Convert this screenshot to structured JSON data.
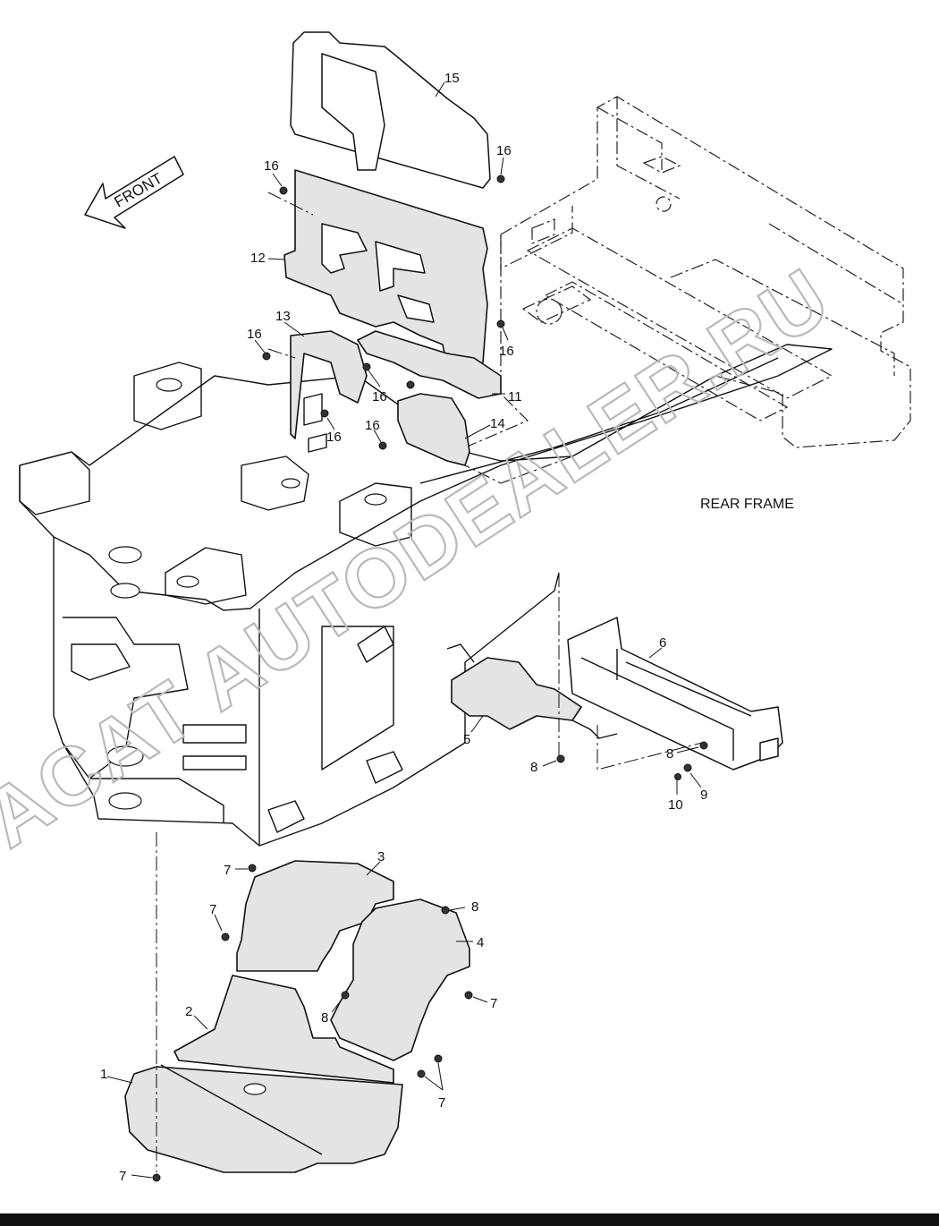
{
  "direction_arrow": {
    "label": "FRONT"
  },
  "rear_frame_caption": "REAR FRAME",
  "watermark": "ACAT AUTODEALER.RU",
  "callouts": [
    "15",
    "16",
    "16",
    "12",
    "13",
    "16",
    "16",
    "16",
    "11",
    "16",
    "14",
    "16",
    "6",
    "5",
    "8",
    "8",
    "9",
    "10",
    "3",
    "7",
    "7",
    "8",
    "4",
    "2",
    "8",
    "7",
    "7",
    "1",
    "7"
  ]
}
